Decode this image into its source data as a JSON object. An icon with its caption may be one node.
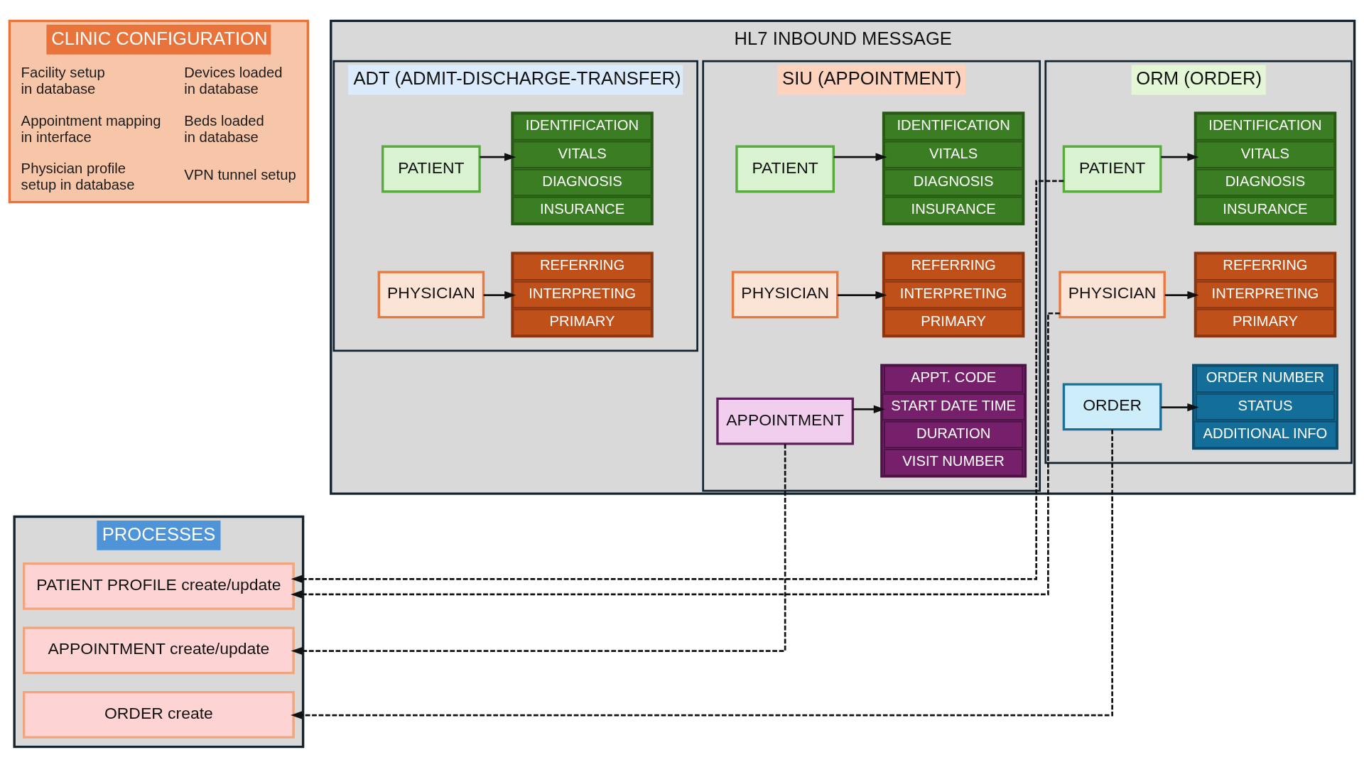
{
  "diagram": {
    "nodes": [
      {
        "text": [
          "CLINIC CONFIGURATION"
        ]
      },
      {
        "text": [
          "Facility setup in database"
        ],
        "in": 0
      },
      {
        "text": [
          "Devices loaded in database"
        ],
        "in": 0
      },
      {
        "text": [
          "Appointment mapping in interface"
        ],
        "in": 0
      },
      {
        "text": [
          "Beds loaded in database"
        ],
        "in": 0
      },
      {
        "text": [
          "Physician profile setup in database"
        ],
        "in": 0
      },
      {
        "text": [
          "VPN tunnel setup"
        ],
        "in": 0
      },
      {
        "text": [
          "HL7 INBOUND MESSAGE"
        ]
      },
      {
        "text": [
          "ADT (ADMIT-DISCHARGE-TRANSFER)"
        ],
        "in": 7
      },
      {
        "text": [
          "PATIENT"
        ],
        "in": 8
      },
      {
        "text": [],
        "shape": "box",
        "in": 8
      },
      {
        "text": [
          "IDENTIFICATION"
        ],
        "in": 10
      },
      {
        "text": [
          "VITALS"
        ],
        "in": 10
      },
      {
        "text": [
          "DIAGNOSIS"
        ],
        "in": 10
      },
      {
        "text": [
          "INSURANCE"
        ],
        "in": 10
      },
      {
        "text": [
          "PHYSICIAN"
        ],
        "in": 8
      },
      {
        "text": [],
        "shape": "box",
        "in": 8
      },
      {
        "text": [
          "REFERRING"
        ],
        "in": 16
      },
      {
        "text": [
          "INTERPRETING"
        ],
        "in": 16
      },
      {
        "text": [
          "PRIMARY"
        ],
        "in": 16
      },
      {
        "text": [
          "SIU (APPOINTMENT)"
        ],
        "in": 7
      },
      {
        "text": [
          "PATIENT"
        ],
        "in": 20
      },
      {
        "text": [],
        "shape": "box",
        "in": 20
      },
      {
        "text": [
          "IDENTIFICATION"
        ],
        "in": 22
      },
      {
        "text": [
          "VITALS"
        ],
        "in": 22
      },
      {
        "text": [
          "DIAGNOSIS"
        ],
        "in": 22
      },
      {
        "text": [
          "INSURANCE"
        ],
        "in": 22
      },
      {
        "text": [
          "PHYSICIAN"
        ],
        "in": 20
      },
      {
        "text": [],
        "shape": "box",
        "in": 20
      },
      {
        "text": [
          "REFERRING"
        ],
        "in": 28
      },
      {
        "text": [
          "INTERPRETING"
        ],
        "in": 28
      },
      {
        "text": [
          "PRIMARY"
        ],
        "in": 28
      },
      {
        "text": [
          "APPOINTMENT"
        ],
        "in": 20
      },
      {
        "text": [],
        "shape": "box",
        "in": 20
      },
      {
        "text": [
          "APPT. CODE"
        ],
        "in": 33
      },
      {
        "text": [
          "START DATE TIME"
        ],
        "in": 33
      },
      {
        "text": [
          "DURATION"
        ],
        "in": 33
      },
      {
        "text": [
          "VISIT NUMBER"
        ],
        "in": 33
      },
      {
        "text": [
          "ORM (ORDER)"
        ],
        "in": 7
      },
      {
        "text": [
          "PATIENT"
        ],
        "in": 38
      },
      {
        "text": [],
        "shape": "box",
        "in": 38
      },
      {
        "text": [
          "IDENTIFICATION"
        ],
        "in": 40
      },
      {
        "text": [
          "VITALS"
        ],
        "in": 40
      },
      {
        "text": [
          "DIAGNOSIS"
        ],
        "in": 40
      },
      {
        "text": [
          "INSURANCE"
        ],
        "in": 40
      },
      {
        "text": [
          "PHYSICIAN"
        ],
        "in": 38
      },
      {
        "text": [],
        "shape": "box",
        "in": 38
      },
      {
        "text": [
          "REFERRING"
        ],
        "in": 46
      },
      {
        "text": [
          "INTERPRETING"
        ],
        "in": 46
      },
      {
        "text": [
          "PRIMARY"
        ],
        "in": 46
      },
      {
        "text": [
          "ORDER"
        ],
        "in": 38
      },
      {
        "text": [],
        "shape": "box",
        "in": 38
      },
      {
        "text": [
          "ORDER NUMBER"
        ],
        "in": 51
      },
      {
        "text": [
          "STATUS"
        ],
        "in": 51
      },
      {
        "text": [
          "ADDITIONAL INFO"
        ],
        "in": 51
      },
      {
        "text": [
          "PROCESSES"
        ]
      },
      {
        "text": [
          "PATIENT PROFILE create/update"
        ],
        "in": 55
      },
      {
        "text": [
          "APPOINTMENT create/update"
        ],
        "in": 55
      },
      {
        "text": [
          "ORDER create"
        ],
        "in": 55
      }
    ],
    "edges": [
      {
        "from": 9,
        "to": 10,
        "arrow": "to"
      },
      {
        "from": 15,
        "to": 16,
        "arrow": "to"
      },
      {
        "from": 21,
        "to": 22,
        "arrow": "to"
      },
      {
        "from": 27,
        "to": 28,
        "arrow": "to"
      },
      {
        "from": 32,
        "to": 33,
        "arrow": "to"
      },
      {
        "from": 39,
        "to": 40,
        "arrow": "to"
      },
      {
        "from": 45,
        "to": 46,
        "arrow": "to"
      },
      {
        "from": 50,
        "to": 51,
        "arrow": "to"
      },
      {
        "from": 39,
        "to": 56,
        "arrow": "to",
        "style": "dashed"
      },
      {
        "from": 45,
        "to": 56,
        "arrow": "to",
        "style": "dashed"
      },
      {
        "from": 32,
        "to": 57,
        "arrow": "to",
        "style": "dashed"
      },
      {
        "from": 50,
        "to": 58,
        "arrow": "to",
        "style": "dashed"
      }
    ]
  }
}
